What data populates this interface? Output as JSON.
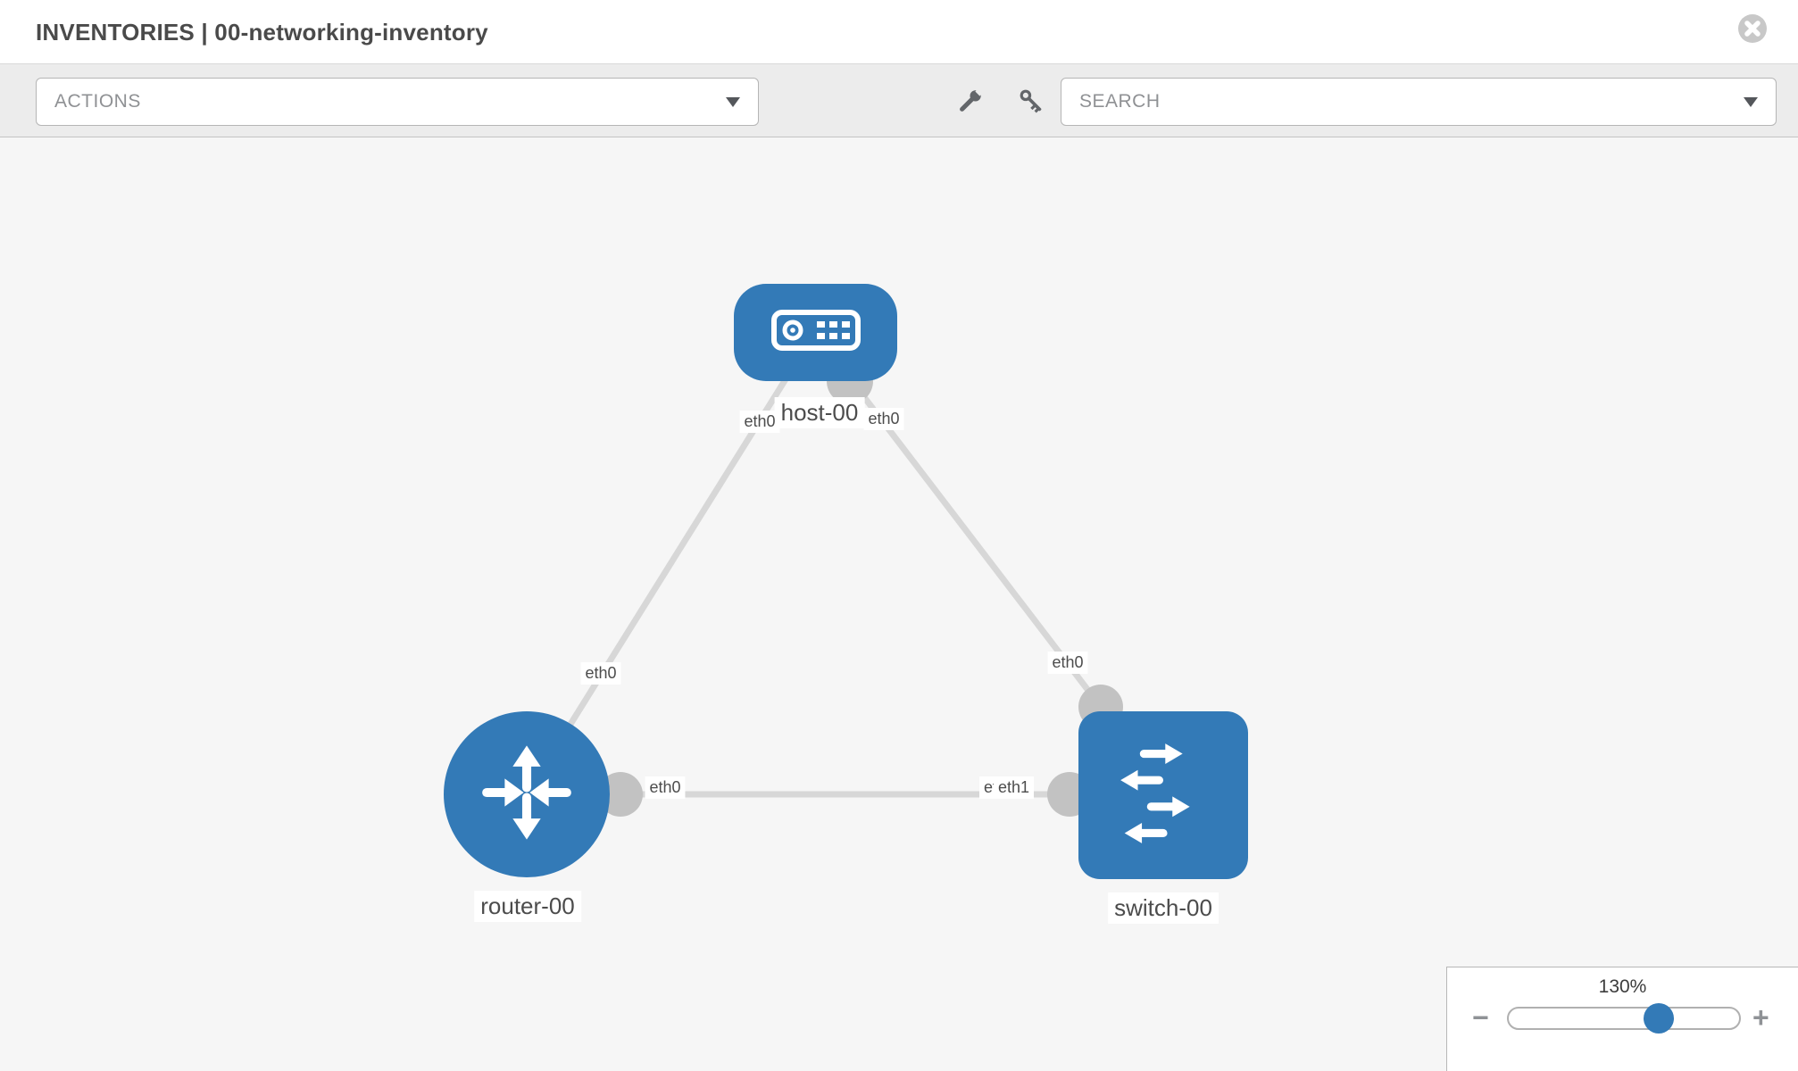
{
  "header": {
    "title": "INVENTORIES | 00-networking-inventory"
  },
  "toolbar": {
    "actions_label": "ACTIONS",
    "search_placeholder": "SEARCH"
  },
  "icons": {
    "close": "circle-x",
    "wrench": "wrench",
    "key": "key",
    "actions_caret": "chevron-down",
    "search_caret": "chevron-down",
    "host_icon": "server",
    "router_icon": "route-arrows",
    "switch_icon": "switch-arrows"
  },
  "nodes": [
    {
      "name": "host-00",
      "type": "host",
      "shape": "rounded-rect"
    },
    {
      "name": "router-00",
      "type": "router",
      "shape": "circle"
    },
    {
      "name": "switch-00",
      "type": "switch",
      "shape": "rounded-square"
    }
  ],
  "links": [
    {
      "source": "host-00",
      "target": "router-00",
      "source_interface": "eth0",
      "target_interface": "eth0"
    },
    {
      "source": "host-00",
      "target": "switch-00",
      "source_interface": "eth0",
      "target_interface": "eth0"
    },
    {
      "source": "router-00",
      "target": "switch-00",
      "source_interface": "eth0",
      "target_interface": "eth1",
      "target_interface_overlapped": "eth0"
    }
  ],
  "zoom_control": {
    "level": "130%",
    "minus_label": "−",
    "plus_label": "+"
  },
  "colors": {
    "node_blue": "#337ab7",
    "link_gray": "#d7d7d7",
    "port_gray": "#c2c2c2",
    "canvas_bg": "#f6f6f6",
    "toolbar_bg": "#ececec"
  }
}
